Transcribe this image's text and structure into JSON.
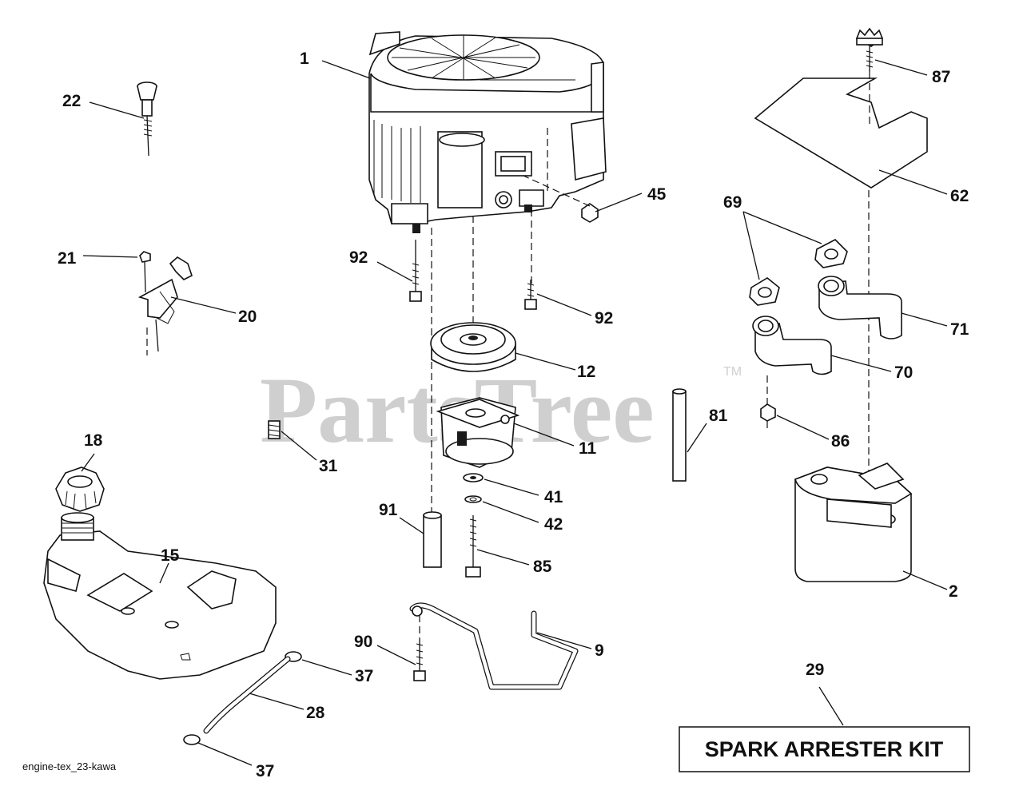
{
  "watermark": {
    "brand": "PartsTree",
    "trademark": "TM"
  },
  "caption": "engine-tex_23-kawa",
  "kit_box": {
    "label": "SPARK ARRESTER KIT"
  },
  "callouts": [
    {
      "id": "c1",
      "text": "1"
    },
    {
      "id": "c22",
      "text": "22"
    },
    {
      "id": "c21",
      "text": "21"
    },
    {
      "id": "c20",
      "text": "20"
    },
    {
      "id": "c92a",
      "text": "92"
    },
    {
      "id": "c92b",
      "text": "92"
    },
    {
      "id": "c45",
      "text": "45"
    },
    {
      "id": "c87",
      "text": "87"
    },
    {
      "id": "c62",
      "text": "62"
    },
    {
      "id": "c69",
      "text": "69"
    },
    {
      "id": "c71",
      "text": "71"
    },
    {
      "id": "c70",
      "text": "70"
    },
    {
      "id": "c12",
      "text": "12"
    },
    {
      "id": "c11",
      "text": "11"
    },
    {
      "id": "c81",
      "text": "81"
    },
    {
      "id": "c86",
      "text": "86"
    },
    {
      "id": "c31",
      "text": "31"
    },
    {
      "id": "c18",
      "text": "18"
    },
    {
      "id": "c41",
      "text": "41"
    },
    {
      "id": "c42",
      "text": "42"
    },
    {
      "id": "c91",
      "text": "91"
    },
    {
      "id": "c85",
      "text": "85"
    },
    {
      "id": "c15",
      "text": "15"
    },
    {
      "id": "c2",
      "text": "2"
    },
    {
      "id": "c9",
      "text": "9"
    },
    {
      "id": "c90",
      "text": "90"
    },
    {
      "id": "c37a",
      "text": "37"
    },
    {
      "id": "c28",
      "text": "28"
    },
    {
      "id": "c29",
      "text": "29"
    },
    {
      "id": "c37b",
      "text": "37"
    }
  ]
}
